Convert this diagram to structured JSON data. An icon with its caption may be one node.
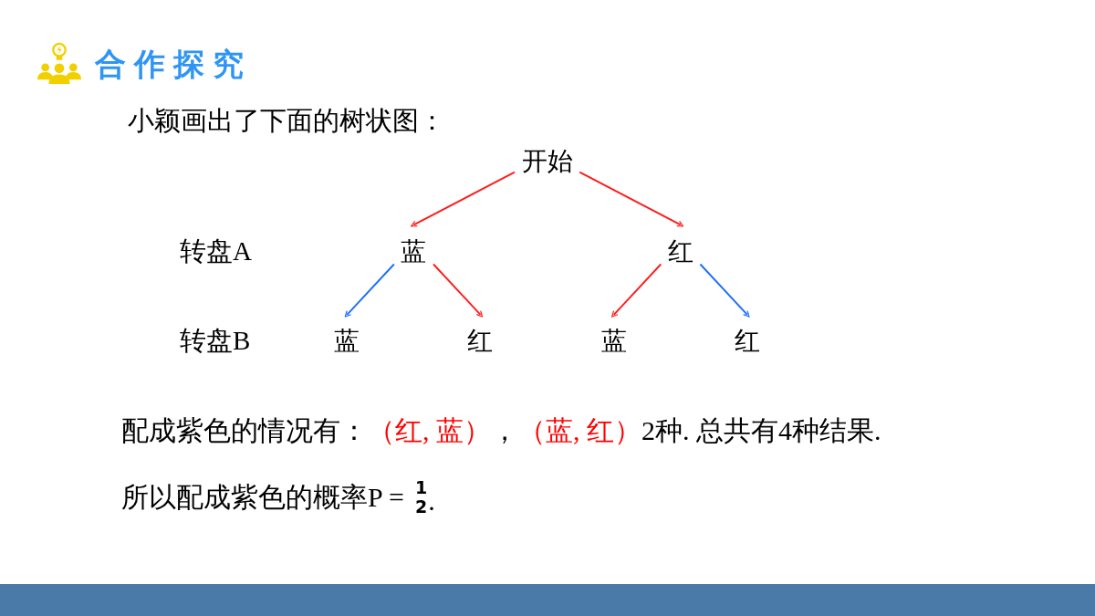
{
  "diagram": {
    "title": "合作探究",
    "nodes": [
      {
        "text": [
          "开始"
        ]
      },
      {
        "text": [
          "蓝"
        ]
      },
      {
        "text": [
          "红"
        ]
      },
      {
        "text": [
          "蓝"
        ]
      },
      {
        "text": [
          "红"
        ]
      },
      {
        "text": [
          "蓝"
        ]
      },
      {
        "text": [
          "红"
        ]
      }
    ],
    "edges": [
      {
        "from": 0,
        "to": 1,
        "arrow": "to"
      },
      {
        "from": 0,
        "to": 2,
        "arrow": "to"
      },
      {
        "from": 1,
        "to": 3,
        "arrow": "to",
        "color": "#1a6cff"
      },
      {
        "from": 1,
        "to": 4,
        "arrow": "to"
      },
      {
        "from": 2,
        "to": 5,
        "arrow": "to"
      },
      {
        "from": 2,
        "to": 6,
        "arrow": "to",
        "color": "#1a6cff"
      }
    ],
    "labels": [
      "小颖画出了下面的树状图：",
      "转盘A",
      "转盘B",
      "配成紫色的情况有：",
      "（红, 蓝）",
      "，",
      "（蓝, 红）",
      "2种. 总共有4种结果.",
      "所以配成紫色的概率P =",
      "1",
      "2",
      "."
    ]
  }
}
